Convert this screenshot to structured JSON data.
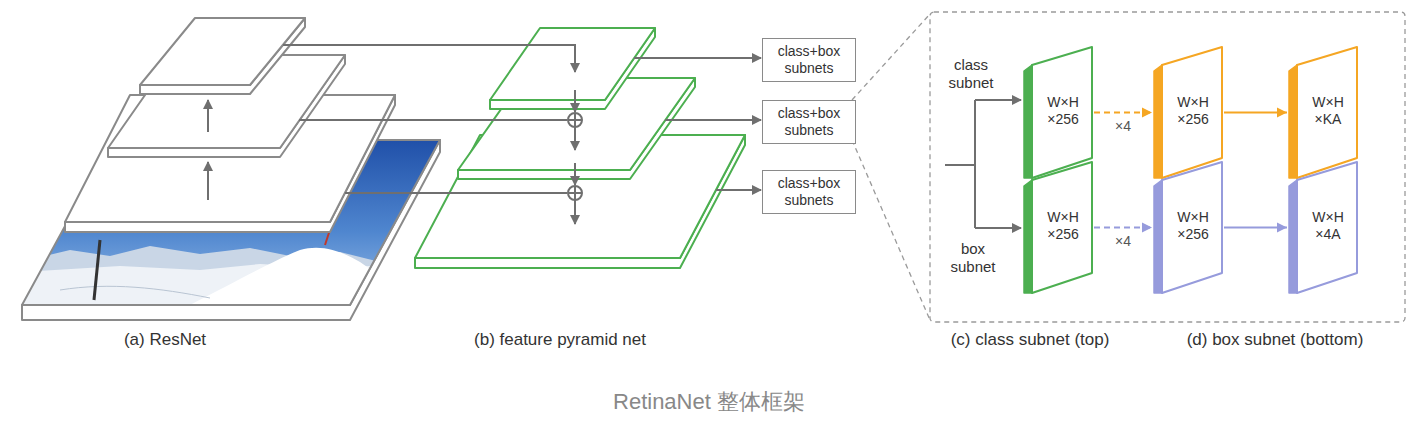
{
  "diagram": {
    "caption": "RetinaNet 整体框架",
    "nodes": [
      {
        "text": [
          "class+box subnets"
        ]
      },
      {
        "text": [
          "class+box subnets"
        ]
      },
      {
        "text": [
          "class+box subnets"
        ]
      },
      {
        "text": [
          "W×H ×256"
        ]
      },
      {
        "text": [
          "W×H ×256"
        ]
      },
      {
        "text": [
          "W×H ×KA"
        ]
      },
      {
        "text": [
          "W×H ×256"
        ]
      },
      {
        "text": [
          "W×H ×256"
        ]
      },
      {
        "text": [
          "W×H ×4A"
        ]
      }
    ],
    "edges": [
      {
        "from": 3,
        "to": 4,
        "arrow": "to",
        "label": "×4"
      },
      {
        "from": 4,
        "to": 5,
        "arrow": "to"
      },
      {
        "from": 6,
        "to": 7,
        "arrow": "to",
        "label": "×4"
      },
      {
        "from": 7,
        "to": 8,
        "arrow": "to"
      }
    ],
    "labels": [
      "class subnet",
      "box subnet",
      "(a) ResNet",
      "(b) feature pyramid net",
      "(c) class subnet (top)",
      "(d) box subnet (bottom)"
    ]
  }
}
